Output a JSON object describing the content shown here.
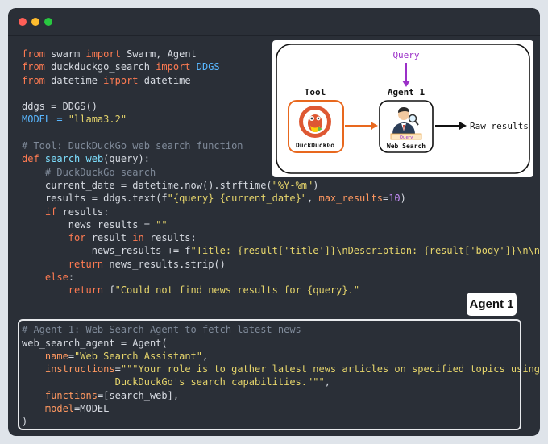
{
  "window": {
    "traffic_lights": [
      {
        "name": "close",
        "color": "#ff5f57"
      },
      {
        "name": "minimize",
        "color": "#febc2e"
      },
      {
        "name": "maximize",
        "color": "#28c840"
      }
    ]
  },
  "code": {
    "lines": [
      [
        {
          "t": "from",
          "c": "kw"
        },
        {
          "t": " swarm ",
          "c": ""
        },
        {
          "t": "import",
          "c": "kw"
        },
        {
          "t": " Swarm, Agent",
          "c": ""
        }
      ],
      [
        {
          "t": "from",
          "c": "kw"
        },
        {
          "t": " duckduckgo_search ",
          "c": ""
        },
        {
          "t": "import",
          "c": "kw"
        },
        {
          "t": " DDGS",
          "c": "bl"
        }
      ],
      [
        {
          "t": "from",
          "c": "kw"
        },
        {
          "t": " datetime ",
          "c": ""
        },
        {
          "t": "import",
          "c": "kw"
        },
        {
          "t": " datetime",
          "c": ""
        }
      ],
      [],
      [
        {
          "t": "ddgs = DDGS()",
          "c": ""
        }
      ],
      [
        {
          "t": "MODEL = ",
          "c": "bl"
        },
        {
          "t": "\"llama3.2\"",
          "c": "str"
        }
      ],
      [],
      [
        {
          "t": "# Tool: DuckDuckGo web search function",
          "c": "cm"
        }
      ],
      [
        {
          "t": "def",
          "c": "kw"
        },
        {
          "t": " ",
          "c": ""
        },
        {
          "t": "search_web",
          "c": "fn"
        },
        {
          "t": "(query):",
          "c": ""
        }
      ],
      [
        {
          "t": "    # DuckDuckGo search",
          "c": "cm"
        }
      ],
      [
        {
          "t": "    current_date = datetime.now().strftime(",
          "c": ""
        },
        {
          "t": "\"%Y-%m\"",
          "c": "str"
        },
        {
          "t": ")",
          "c": ""
        }
      ],
      [
        {
          "t": "    results = ddgs.text(f",
          "c": ""
        },
        {
          "t": "\"{query} {current_date}\"",
          "c": "str"
        },
        {
          "t": ", ",
          "c": ""
        },
        {
          "t": "max_results",
          "c": "pm"
        },
        {
          "t": "=",
          "c": ""
        },
        {
          "t": "10",
          "c": "nu"
        },
        {
          "t": ")",
          "c": ""
        }
      ],
      [
        {
          "t": "    ",
          "c": ""
        },
        {
          "t": "if",
          "c": "kw"
        },
        {
          "t": " results:",
          "c": ""
        }
      ],
      [
        {
          "t": "        news_results = ",
          "c": ""
        },
        {
          "t": "\"\"",
          "c": "str"
        }
      ],
      [
        {
          "t": "        ",
          "c": ""
        },
        {
          "t": "for",
          "c": "kw"
        },
        {
          "t": " result ",
          "c": ""
        },
        {
          "t": "in",
          "c": "kw"
        },
        {
          "t": " results:",
          "c": ""
        }
      ],
      [
        {
          "t": "            news_results += f",
          "c": ""
        },
        {
          "t": "\"Title: {result['title']}\\nDescription: {result['body']}\\n\\n\"",
          "c": "str"
        }
      ],
      [
        {
          "t": "        ",
          "c": ""
        },
        {
          "t": "return",
          "c": "kw"
        },
        {
          "t": " news_results.strip()",
          "c": ""
        }
      ],
      [
        {
          "t": "    ",
          "c": ""
        },
        {
          "t": "else",
          "c": "kw"
        },
        {
          "t": ":",
          "c": ""
        }
      ],
      [
        {
          "t": "        ",
          "c": ""
        },
        {
          "t": "return",
          "c": "kw"
        },
        {
          "t": " f",
          "c": ""
        },
        {
          "t": "\"Could not find news results for {query}.\"",
          "c": "str"
        }
      ],
      [],
      [],
      [
        {
          "t": "# Agent 1: Web Search Agent to fetch latest news",
          "c": "cm"
        }
      ],
      [
        {
          "t": "web_search_agent = Agent(",
          "c": ""
        }
      ],
      [
        {
          "t": "    ",
          "c": ""
        },
        {
          "t": "name",
          "c": "pm"
        },
        {
          "t": "=",
          "c": ""
        },
        {
          "t": "\"Web Search Assistant\"",
          "c": "str"
        },
        {
          "t": ",",
          "c": ""
        }
      ],
      [
        {
          "t": "    ",
          "c": ""
        },
        {
          "t": "instructions",
          "c": "pm"
        },
        {
          "t": "=",
          "c": ""
        },
        {
          "t": "\"\"\"Your role is to gather latest news articles on specified topics using",
          "c": "str"
        }
      ],
      [
        {
          "t": "                DuckDuckGo's search capabilities.\"\"\"",
          "c": "str"
        },
        {
          "t": ",",
          "c": ""
        }
      ],
      [
        {
          "t": "    ",
          "c": ""
        },
        {
          "t": "functions",
          "c": "pm"
        },
        {
          "t": "=[search_web],",
          "c": ""
        }
      ],
      [
        {
          "t": "    ",
          "c": ""
        },
        {
          "t": "model",
          "c": "pm"
        },
        {
          "t": "=MODEL",
          "c": ""
        }
      ],
      [
        {
          "t": ")",
          "c": ""
        }
      ]
    ]
  },
  "diagram": {
    "query_label": "Query",
    "tool_label": "Tool",
    "agent_label": "Agent 1",
    "tool_name": "DuckDuckGo",
    "agent_role": "Web Search",
    "agent_badge": "Query",
    "output_label": "Raw results",
    "colors": {
      "query": "#9b30c8",
      "tool_border": "#e8681e",
      "arrow": "#e8681e"
    }
  },
  "agent_callout": {
    "label": "Agent 1"
  }
}
